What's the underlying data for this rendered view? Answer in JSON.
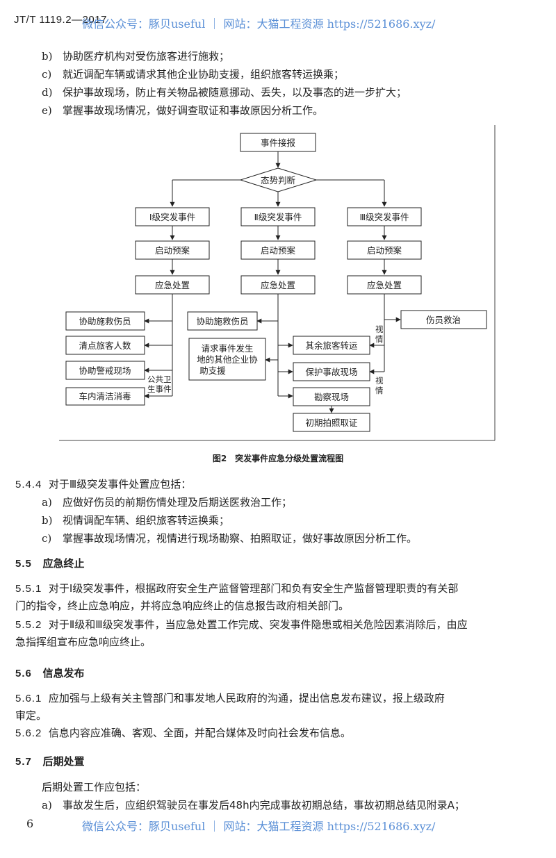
{
  "header": {
    "standard_no": "JT/T 1119.2—2017",
    "watermark": "微信公众号：豚贝useful ｜ 网站：大猫工程资源 https://521686.xyz/"
  },
  "list_top": [
    {
      "label": "b)",
      "text": "协助医疗机构对受伤旅客进行施救；"
    },
    {
      "label": "c)",
      "text": "就近调配车辆或请求其他企业协助支援，组织旅客转运换乘；"
    },
    {
      "label": "d)",
      "text": "保护事故现场，防止有关物品被随意挪动、丢失，以及事态的进一步扩大；"
    },
    {
      "label": "e)",
      "text": "掌握事故现场情况，做好调查取证和事故原因分析工作。"
    }
  ],
  "flowchart": {
    "start": "事件接报",
    "decision": "态势判断",
    "levels": [
      "Ⅰ级突发事件",
      "Ⅱ级突发事件",
      "Ⅲ级突发事件"
    ],
    "plan": "启动预案",
    "handle": "应急处置",
    "left_boxes": [
      "协助施救伤员",
      "清点旅客人数",
      "协助警戒现场",
      "车内清洁消毒"
    ],
    "public_health_label_1": "公共卫",
    "public_health_label_2": "生事件",
    "middle_box": "协助施救伤员",
    "request_box": [
      "请求事件发生",
      "地的其他企业协",
      "助支援"
    ],
    "right_boxes": [
      "其余旅客转运",
      "保护事故现场",
      "勘察现场",
      "初期拍照取证"
    ],
    "treat_box": "伤员救治",
    "by_condition_1": [
      "视",
      "情"
    ],
    "by_condition_2": [
      "视",
      "情"
    ]
  },
  "figure_caption": "图2　突发事件应急分级处置流程图",
  "s544": {
    "num": "5.4.4",
    "text": "对于Ⅲ级突发事件处置应包括：",
    "items": [
      {
        "label": "a)",
        "text": "应做好伤员的前期伤情处理及后期送医救治工作；"
      },
      {
        "label": "b)",
        "text": "视情调配车辆、组织旅客转运换乘；"
      },
      {
        "label": "c)",
        "text": "掌握事故现场情况，视情进行现场勘察、拍照取证，做好事故原因分析工作。"
      }
    ]
  },
  "s55": {
    "num": "5.5",
    "title": "应急终止"
  },
  "s551": {
    "num": "5.5.1",
    "line1": "对于Ⅰ级突发事件，根据政府安全生产监督管理部门和负有安全生产监督管理职责的有关部",
    "line2": "门的指令，终止应急响应，并将应急响应终止的信息报告政府相关部门。"
  },
  "s552": {
    "num": "5.5.2",
    "line1": "对于Ⅱ级和Ⅲ级突发事件，当应急处置工作完成、突发事件隐患或相关危险因素消除后，由应",
    "line2": "急指挥组宣布应急响应终止。"
  },
  "s56": {
    "num": "5.6",
    "title": "信息发布"
  },
  "s561": {
    "num": "5.6.1",
    "line1": "应加强与上级有关主管部门和事发地人民政府的沟通，提出信息发布建议，报上级政府",
    "line2": "审定。"
  },
  "s562": {
    "num": "5.6.2",
    "text": "信息内容应准确、客观、全面，并配合媒体及时向社会发布信息。"
  },
  "s57": {
    "num": "5.7",
    "title": "后期处置"
  },
  "s57_intro": "后期处置工作应包括：",
  "s57_a": {
    "label": "a)",
    "text": "事故发生后，应组织驾驶员在事发后48h内完成事故初期总结，事故初期总结见附录A；"
  },
  "page_number": "6"
}
